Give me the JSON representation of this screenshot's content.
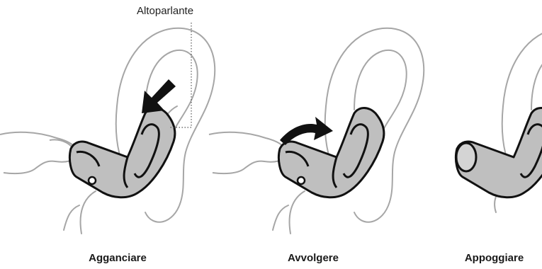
{
  "callout": {
    "text": "Altoparlante"
  },
  "steps": [
    {
      "label": "Agganciare"
    },
    {
      "label": "Avvolgere"
    },
    {
      "label": "Appoggiare"
    }
  ],
  "colors": {
    "earbud": "#bfbfbf",
    "outline": "#a6a6a6",
    "ink": "#111111"
  }
}
